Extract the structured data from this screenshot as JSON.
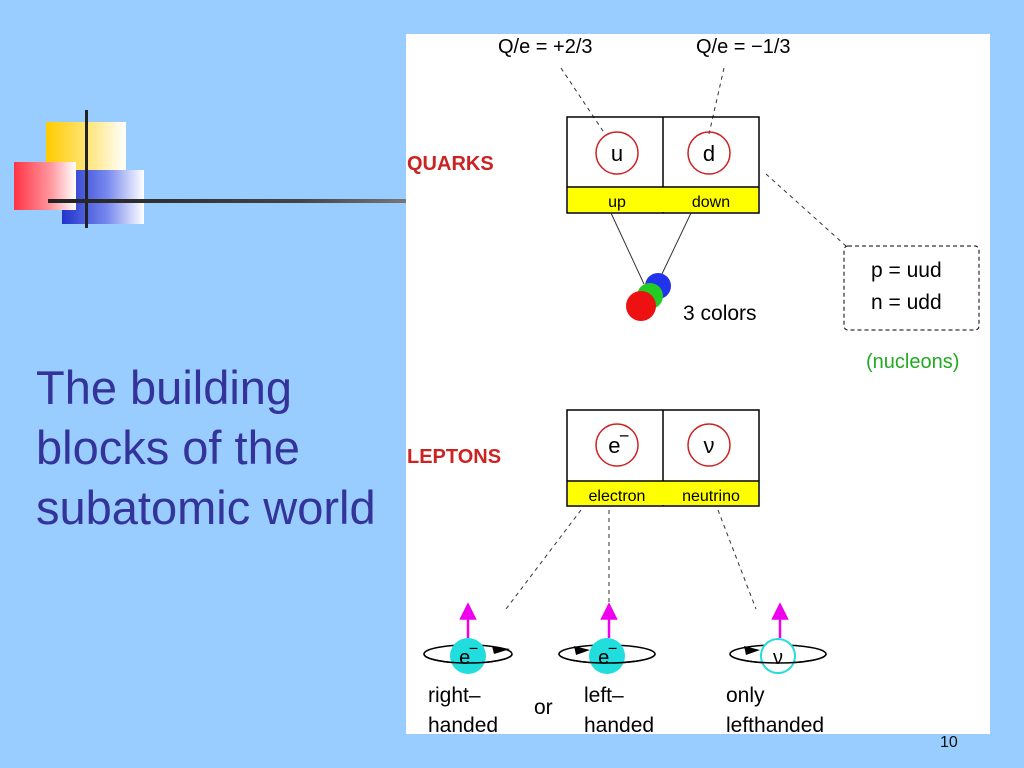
{
  "slide": {
    "title": "The building blocks of the subatomic world",
    "number": "10"
  },
  "colors": {
    "background": "#99ccff",
    "title_text": "#333399",
    "label_red": "#cc2222",
    "cell_yellow": "#ffff00",
    "nucleon_green": "#22aa22",
    "spin_magenta": "#ee00ee",
    "particle_cyan": "#22dddd"
  },
  "diagram": {
    "quarks": {
      "label": "QUARKS",
      "charge_up": "Q/e = +2/3",
      "charge_down": "Q/e = −1/3",
      "up_symbol": "u",
      "down_symbol": "d",
      "up_name": "up",
      "down_name": "down",
      "colors_label": "3 colors"
    },
    "nucleons": {
      "proton": "p = uud",
      "neutron": "n = udd",
      "label": "(nucleons)"
    },
    "leptons": {
      "label": "LEPTONS",
      "electron_symbol": "e‾",
      "neutrino_symbol": "ν",
      "electron_name": "electron",
      "neutrino_name": "neutrino"
    },
    "handedness": {
      "right_line1": "right–",
      "right_line2": "handed",
      "or": "or",
      "left_line1": "left–",
      "left_line2": "handed",
      "only_line1": "only",
      "only_line2": "lefthanded",
      "e_symbol": "e‾",
      "nu_symbol": "ν"
    }
  }
}
